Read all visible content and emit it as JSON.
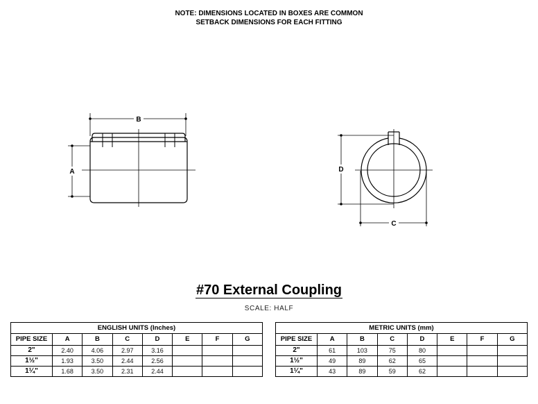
{
  "note": {
    "line1": "NOTE: DIMENSIONS LOCATED IN BOXES ARE COMMON",
    "line2": "SETBACK DIMENSIONS FOR EACH FITTING"
  },
  "drawing": {
    "side_view_labels": {
      "b": "B",
      "a": "A"
    },
    "end_view_labels": {
      "d": "D",
      "c": "C"
    }
  },
  "title": "#70 External Coupling",
  "scale": "SCALE: HALF",
  "columns": [
    "PIPE SIZE",
    "A",
    "B",
    "C",
    "D",
    "E",
    "F",
    "G"
  ],
  "english": {
    "caption": "ENGLISH UNITS (Inches)",
    "rows": [
      {
        "size": "2\"",
        "a": "2.40",
        "b": "4.06",
        "c": "2.97",
        "d": "3.16",
        "e": "",
        "f": "",
        "g": ""
      },
      {
        "size": "1½\"",
        "a": "1.93",
        "b": "3.50",
        "c": "2.44",
        "d": "2.56",
        "e": "",
        "f": "",
        "g": ""
      },
      {
        "size": "1¼\"",
        "a": "1.68",
        "b": "3.50",
        "c": "2.31",
        "d": "2.44",
        "e": "",
        "f": "",
        "g": ""
      }
    ]
  },
  "metric": {
    "caption": "METRIC UNITS (mm)",
    "rows": [
      {
        "size": "2\"",
        "a": "61",
        "b": "103",
        "c": "75",
        "d": "80",
        "e": "",
        "f": "",
        "g": ""
      },
      {
        "size": "1½\"",
        "a": "49",
        "b": "89",
        "c": "62",
        "d": "65",
        "e": "",
        "f": "",
        "g": ""
      },
      {
        "size": "1¼\"",
        "a": "43",
        "b": "89",
        "c": "59",
        "d": "62",
        "e": "",
        "f": "",
        "g": ""
      }
    ]
  }
}
